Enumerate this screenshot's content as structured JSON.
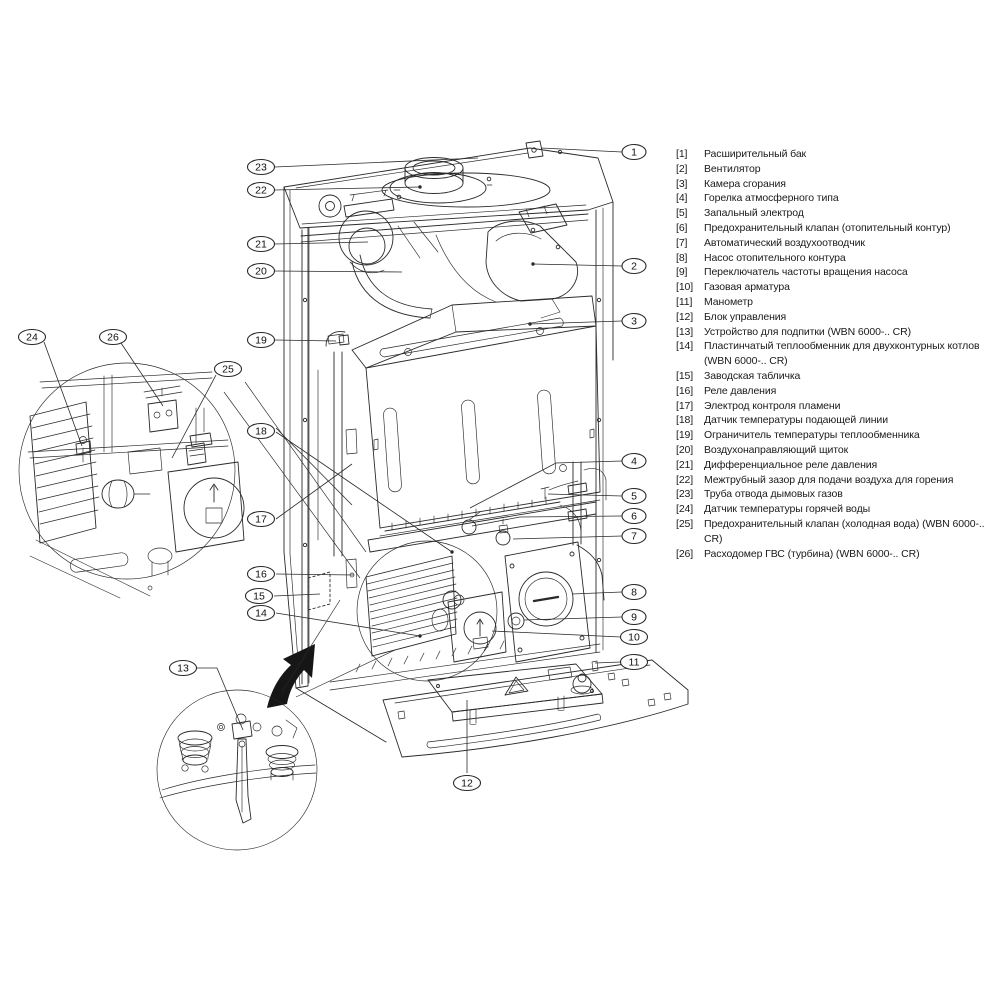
{
  "diagram": {
    "callouts": [
      {
        "num": "1"
      },
      {
        "num": "2"
      },
      {
        "num": "3"
      },
      {
        "num": "4"
      },
      {
        "num": "5"
      },
      {
        "num": "6"
      },
      {
        "num": "7"
      },
      {
        "num": "8"
      },
      {
        "num": "9"
      },
      {
        "num": "10"
      },
      {
        "num": "11"
      },
      {
        "num": "12"
      },
      {
        "num": "13"
      },
      {
        "num": "14"
      },
      {
        "num": "15"
      },
      {
        "num": "16"
      },
      {
        "num": "17"
      },
      {
        "num": "18"
      },
      {
        "num": "19"
      },
      {
        "num": "20"
      },
      {
        "num": "21"
      },
      {
        "num": "22"
      },
      {
        "num": "23"
      },
      {
        "num": "24"
      },
      {
        "num": "25"
      },
      {
        "num": "26"
      }
    ]
  },
  "legend": {
    "items": [
      {
        "ref": "[1]",
        "label": "Расширительный бак"
      },
      {
        "ref": "[2]",
        "label": "Вентилятор"
      },
      {
        "ref": "[3]",
        "label": "Камера сгорания"
      },
      {
        "ref": "[4]",
        "label": "Горелка атмосферного типа"
      },
      {
        "ref": "[5]",
        "label": "Запальный электрод"
      },
      {
        "ref": "[6]",
        "label": "Предохранительный клапан (отопительный контур)"
      },
      {
        "ref": "[7]",
        "label": "Автоматический воздухоотводчик"
      },
      {
        "ref": "[8]",
        "label": "Насос отопительного контура"
      },
      {
        "ref": "[9]",
        "label": "Переключатель частоты вращения насоса"
      },
      {
        "ref": "[10]",
        "label": "Газовая арматура"
      },
      {
        "ref": "[11]",
        "label": "Манометр"
      },
      {
        "ref": "[12]",
        "label": "Блок управления"
      },
      {
        "ref": "[13]",
        "label": "Устройство для подпитки (WBN 6000-.. CR)"
      },
      {
        "ref": "[14]",
        "label": "Пластинчатый теплообменник для двухконтурных котлов (WBN 6000-.. CR)"
      },
      {
        "ref": "[15]",
        "label": "Заводская табличка"
      },
      {
        "ref": "[16]",
        "label": "Реле давления"
      },
      {
        "ref": "[17]",
        "label": "Электрод контроля пламени"
      },
      {
        "ref": "[18]",
        "label": "Датчик температуры подающей линии"
      },
      {
        "ref": "[19]",
        "label": "Ограничитель температуры теплообменника"
      },
      {
        "ref": "[20]",
        "label": "Воздухонаправляющий щиток"
      },
      {
        "ref": "[21]",
        "label": "Дифференциальное реле давления"
      },
      {
        "ref": "[22]",
        "label": "Межтрубный зазор для подачи воздуха для горения"
      },
      {
        "ref": "[23]",
        "label": "Труба отвода дымовых газов"
      },
      {
        "ref": "[24]",
        "label": "Датчик температуры горячей воды"
      },
      {
        "ref": "[25]",
        "label": "Предохранительный клапан (холодная вода) (WBN 6000-.. CR)"
      },
      {
        "ref": "[26]",
        "label": "Расходомер ГВС (турбина) (WBN 6000-.. CR)"
      }
    ]
  }
}
